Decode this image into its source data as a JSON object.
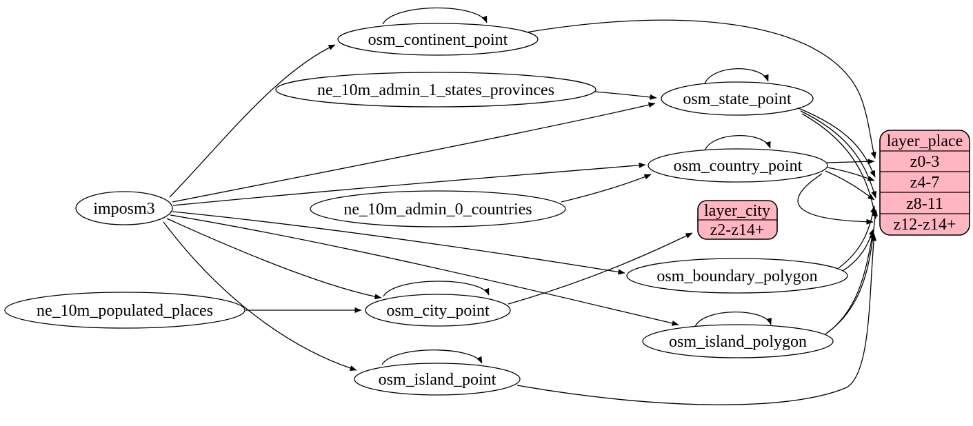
{
  "diagram": {
    "type": "etl-graph",
    "background": "#ffffff",
    "colors": {
      "record_fill": "#ffb6c1",
      "node_fill": "#ffffff",
      "stroke": "#000000"
    },
    "nodes": {
      "osm_continent_point": {
        "label": "osm_continent_point",
        "shape": "ellipse"
      },
      "ne_10m_admin_1_states_provinces": {
        "label": "ne_10m_admin_1_states_provinces",
        "shape": "ellipse"
      },
      "osm_state_point": {
        "label": "osm_state_point",
        "shape": "ellipse"
      },
      "osm_country_point": {
        "label": "osm_country_point",
        "shape": "ellipse"
      },
      "ne_10m_admin_0_countries": {
        "label": "ne_10m_admin_0_countries",
        "shape": "ellipse"
      },
      "imposm3": {
        "label": "imposm3",
        "shape": "ellipse"
      },
      "osm_boundary_polygon": {
        "label": "osm_boundary_polygon",
        "shape": "ellipse"
      },
      "osm_city_point": {
        "label": "osm_city_point",
        "shape": "ellipse"
      },
      "ne_10m_populated_places": {
        "label": "ne_10m_populated_places",
        "shape": "ellipse"
      },
      "osm_island_polygon": {
        "label": "osm_island_polygon",
        "shape": "ellipse"
      },
      "osm_island_point": {
        "label": "osm_island_point",
        "shape": "ellipse"
      }
    },
    "records": {
      "layer_place": {
        "title": "layer_place",
        "rows": [
          "z0-3",
          "z4-7",
          "z8-11",
          "z12-z14+"
        ]
      },
      "layer_city": {
        "title": "layer_city",
        "rows": [
          "z2-z14+"
        ]
      }
    },
    "edges": [
      {
        "from": "imposm3",
        "to": "osm_continent_point"
      },
      {
        "from": "imposm3",
        "to": "osm_state_point"
      },
      {
        "from": "imposm3",
        "to": "osm_country_point"
      },
      {
        "from": "imposm3",
        "to": "osm_boundary_polygon"
      },
      {
        "from": "imposm3",
        "to": "osm_island_polygon"
      },
      {
        "from": "imposm3",
        "to": "osm_city_point"
      },
      {
        "from": "imposm3",
        "to": "osm_island_point"
      },
      {
        "from": "ne_10m_admin_1_states_provinces",
        "to": "osm_state_point"
      },
      {
        "from": "ne_10m_admin_0_countries",
        "to": "osm_country_point"
      },
      {
        "from": "ne_10m_populated_places",
        "to": "osm_city_point"
      },
      {
        "from": "osm_continent_point",
        "to": "osm_continent_point"
      },
      {
        "from": "osm_state_point",
        "to": "osm_state_point"
      },
      {
        "from": "osm_country_point",
        "to": "osm_country_point"
      },
      {
        "from": "osm_city_point",
        "to": "osm_city_point"
      },
      {
        "from": "osm_island_point",
        "to": "osm_island_point"
      },
      {
        "from": "osm_island_polygon",
        "to": "osm_island_polygon"
      },
      {
        "from": "osm_continent_point",
        "to": "layer_place:z0-3"
      },
      {
        "from": "osm_country_point",
        "to": "layer_place:z0-3"
      },
      {
        "from": "osm_country_point",
        "to": "layer_place:z4-7"
      },
      {
        "from": "osm_country_point",
        "to": "layer_place:z8-11"
      },
      {
        "from": "osm_country_point",
        "to": "layer_place:z12-z14+"
      },
      {
        "from": "osm_state_point",
        "to": "layer_place:z4-7"
      },
      {
        "from": "osm_state_point",
        "to": "layer_place:z8-11"
      },
      {
        "from": "osm_state_point",
        "to": "layer_place:z12-z14+"
      },
      {
        "from": "osm_boundary_polygon",
        "to": "layer_place:z8-11"
      },
      {
        "from": "osm_boundary_polygon",
        "to": "layer_place:z12-z14+"
      },
      {
        "from": "osm_island_polygon",
        "to": "layer_place:z8-11"
      },
      {
        "from": "osm_island_polygon",
        "to": "layer_place:z12-z14+"
      },
      {
        "from": "osm_island_point",
        "to": "layer_place:z12-z14+"
      },
      {
        "from": "osm_city_point",
        "to": "layer_city:z2-z14+"
      }
    ]
  }
}
